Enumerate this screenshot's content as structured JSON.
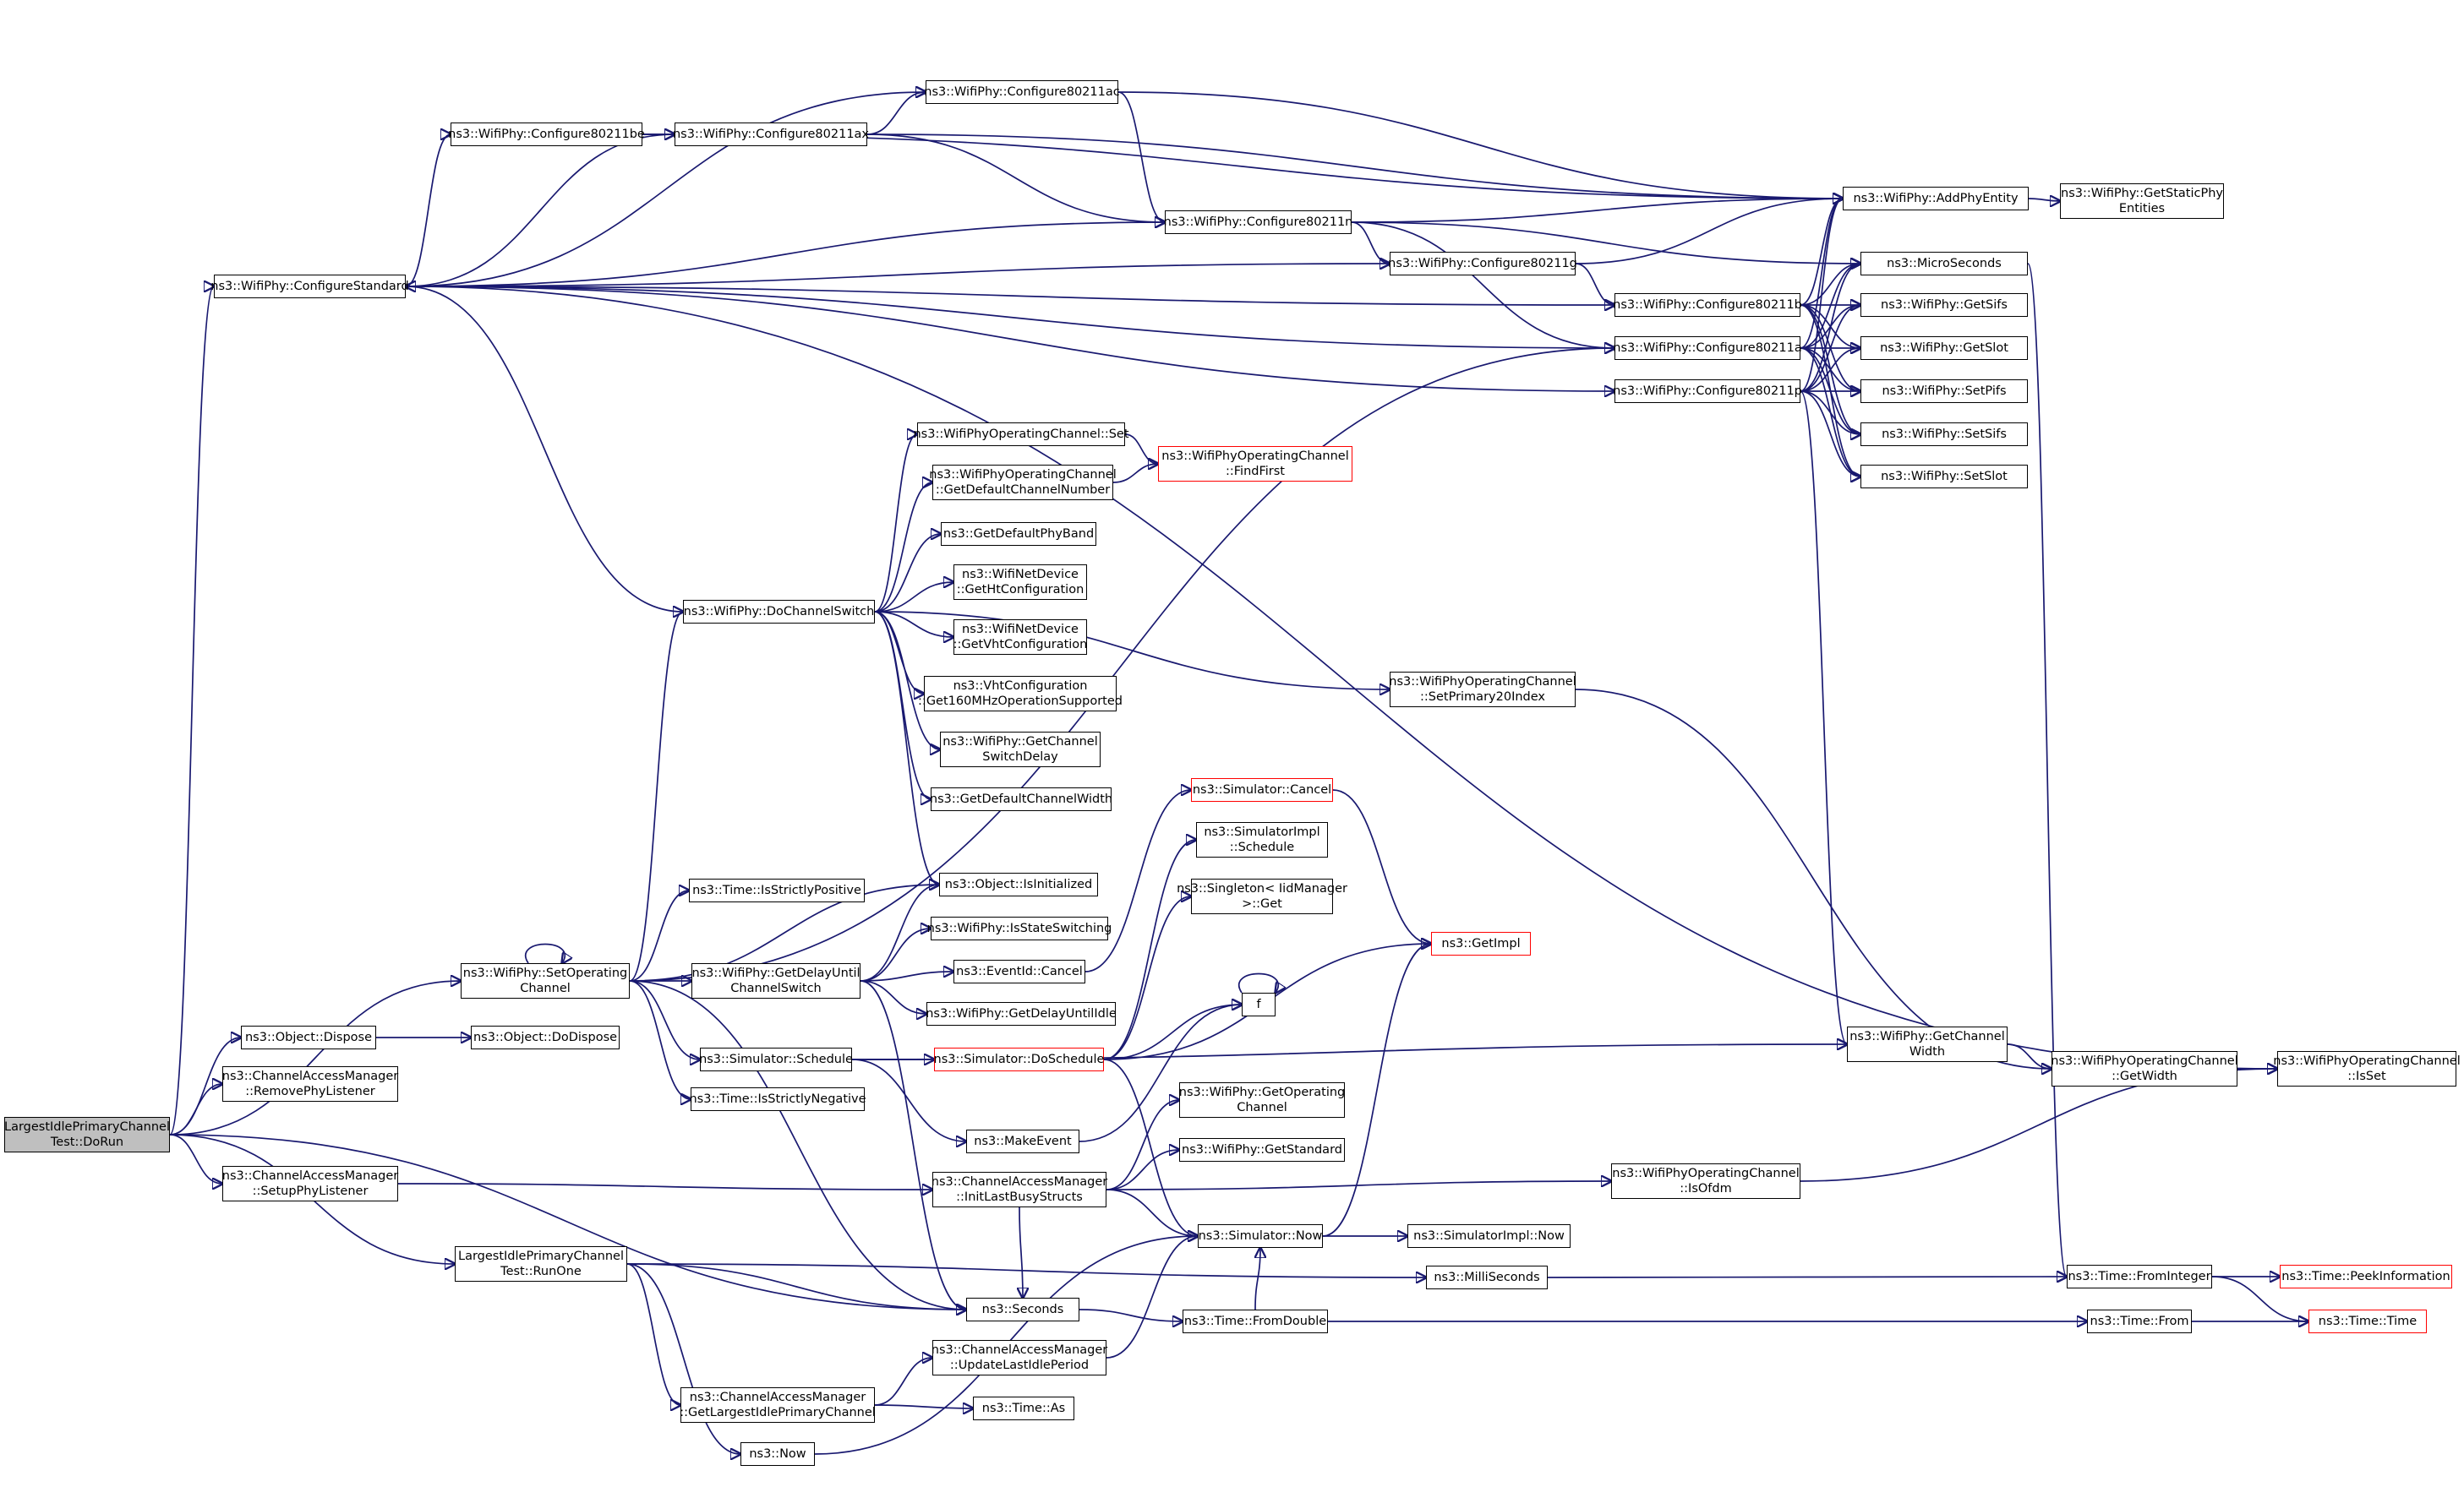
{
  "colors": {
    "edge": "#191970",
    "node_border": "#000000",
    "external_border": "#ff0000",
    "root_fill": "#bfbfbf"
  },
  "nodes": [
    {
      "id": "root",
      "lines": [
        "LargestIdlePrimaryChannel",
        "Test::DoRun"
      ],
      "style": "root"
    },
    {
      "id": "configureStandard",
      "lines": [
        "ns3::WifiPhy::ConfigureStandard"
      ]
    },
    {
      "id": "cfg80211be",
      "lines": [
        "ns3::WifiPhy::Configure80211be"
      ]
    },
    {
      "id": "cfg80211ax",
      "lines": [
        "ns3::WifiPhy::Configure80211ax"
      ]
    },
    {
      "id": "cfg80211ac",
      "lines": [
        "ns3::WifiPhy::Configure80211ac"
      ]
    },
    {
      "id": "cfg80211n",
      "lines": [
        "ns3::WifiPhy::Configure80211n"
      ]
    },
    {
      "id": "cfg80211g",
      "lines": [
        "ns3::WifiPhy::Configure80211g"
      ]
    },
    {
      "id": "cfg80211b",
      "lines": [
        "ns3::WifiPhy::Configure80211b"
      ]
    },
    {
      "id": "cfg80211a",
      "lines": [
        "ns3::WifiPhy::Configure80211a"
      ]
    },
    {
      "id": "cfg80211p",
      "lines": [
        "ns3::WifiPhy::Configure80211p"
      ]
    },
    {
      "id": "addPhyEntity",
      "lines": [
        "ns3::WifiPhy::AddPhyEntity"
      ]
    },
    {
      "id": "getStaticPhyEntities",
      "lines": [
        "ns3::WifiPhy::GetStaticPhy",
        "Entities"
      ]
    },
    {
      "id": "microSeconds",
      "lines": [
        "ns3::MicroSeconds"
      ]
    },
    {
      "id": "getSifs",
      "lines": [
        "ns3::WifiPhy::GetSifs"
      ]
    },
    {
      "id": "getSlot",
      "lines": [
        "ns3::WifiPhy::GetSlot"
      ]
    },
    {
      "id": "setPifs",
      "lines": [
        "ns3::WifiPhy::SetPifs"
      ]
    },
    {
      "id": "setSifs",
      "lines": [
        "ns3::WifiPhy::SetSifs"
      ]
    },
    {
      "id": "setSlot",
      "lines": [
        "ns3::WifiPhy::SetSlot"
      ]
    },
    {
      "id": "opChSet",
      "lines": [
        "ns3::WifiPhyOperatingChannel::Set"
      ]
    },
    {
      "id": "opChGetDefault",
      "lines": [
        "ns3::WifiPhyOperatingChannel",
        "::GetDefaultChannelNumber"
      ]
    },
    {
      "id": "opChFindFirst",
      "lines": [
        "ns3::WifiPhyOperatingChannel",
        "::FindFirst"
      ],
      "style": "red"
    },
    {
      "id": "getDefaultPhyBand",
      "lines": [
        "ns3::GetDefaultPhyBand"
      ]
    },
    {
      "id": "doChannelSwitch",
      "lines": [
        "ns3::WifiPhy::DoChannelSwitch"
      ]
    },
    {
      "id": "getHtConfig",
      "lines": [
        "ns3::WifiNetDevice",
        "::GetHtConfiguration"
      ]
    },
    {
      "id": "getVhtConfig",
      "lines": [
        "ns3::WifiNetDevice",
        "::GetVhtConfiguration"
      ]
    },
    {
      "id": "vht160",
      "lines": [
        "ns3::VhtConfiguration",
        "::Get160MHzOperationSupported"
      ]
    },
    {
      "id": "getChSwitchDelay",
      "lines": [
        "ns3::WifiPhy::GetChannel",
        "SwitchDelay"
      ]
    },
    {
      "id": "getDefaultChWidth",
      "lines": [
        "ns3::GetDefaultChannelWidth"
      ]
    },
    {
      "id": "setPrimary20",
      "lines": [
        "ns3::WifiPhyOperatingChannel",
        "::SetPrimary20Index"
      ]
    },
    {
      "id": "simCancel",
      "lines": [
        "ns3::Simulator::Cancel"
      ],
      "style": "red"
    },
    {
      "id": "simImplSchedule",
      "lines": [
        "ns3::SimulatorImpl",
        "::Schedule"
      ]
    },
    {
      "id": "singletonGet",
      "lines": [
        "ns3::Singleton< IidManager",
        ">::Get"
      ]
    },
    {
      "id": "timeStrictPos",
      "lines": [
        "ns3::Time::IsStrictlyPositive"
      ]
    },
    {
      "id": "objIsInit",
      "lines": [
        "ns3::Object::IsInitialized"
      ]
    },
    {
      "id": "isStateSwitching",
      "lines": [
        "ns3::WifiPhy::IsStateSwitching"
      ]
    },
    {
      "id": "eventCancel",
      "lines": [
        "ns3::EventId::Cancel"
      ]
    },
    {
      "id": "getImpl",
      "lines": [
        "ns3::GetImpl"
      ],
      "style": "red"
    },
    {
      "id": "setOpCh",
      "lines": [
        "ns3::WifiPhy::SetOperating",
        "Channel"
      ]
    },
    {
      "id": "getDelayUntil",
      "lines": [
        "ns3::WifiPhy::GetDelayUntil",
        "ChannelSwitch"
      ]
    },
    {
      "id": "getDelayIdle",
      "lines": [
        "ns3::WifiPhy::GetDelayUntilIdle"
      ]
    },
    {
      "id": "f",
      "lines": [
        "f"
      ]
    },
    {
      "id": "objDispose",
      "lines": [
        "ns3::Object::Dispose"
      ]
    },
    {
      "id": "objDoDispose",
      "lines": [
        "ns3::Object::DoDispose"
      ]
    },
    {
      "id": "simSchedule",
      "lines": [
        "ns3::Simulator::Schedule"
      ]
    },
    {
      "id": "simDoSchedule",
      "lines": [
        "ns3::Simulator::DoSchedule"
      ],
      "style": "red"
    },
    {
      "id": "getChWidth",
      "lines": [
        "ns3::WifiPhy::GetChannel",
        "Width"
      ]
    },
    {
      "id": "opChGetWidth",
      "lines": [
        "ns3::WifiPhyOperatingChannel",
        "::GetWidth"
      ]
    },
    {
      "id": "opChIsSet",
      "lines": [
        "ns3::WifiPhyOperatingChannel",
        "::IsSet"
      ]
    },
    {
      "id": "camRemove",
      "lines": [
        "ns3::ChannelAccessManager",
        "::RemovePhyListener"
      ]
    },
    {
      "id": "timeStrictNeg",
      "lines": [
        "ns3::Time::IsStrictlyNegative"
      ]
    },
    {
      "id": "getOpCh",
      "lines": [
        "ns3::WifiPhy::GetOperating",
        "Channel"
      ]
    },
    {
      "id": "makeEvent",
      "lines": [
        "ns3::MakeEvent"
      ]
    },
    {
      "id": "getStandard",
      "lines": [
        "ns3::WifiPhy::GetStandard"
      ]
    },
    {
      "id": "camSetup",
      "lines": [
        "ns3::ChannelAccessManager",
        "::SetupPhyListener"
      ]
    },
    {
      "id": "camInitLast",
      "lines": [
        "ns3::ChannelAccessManager",
        "::InitLastBusyStructs"
      ]
    },
    {
      "id": "opChIsOfdm",
      "lines": [
        "ns3::WifiPhyOperatingChannel",
        "::IsOfdm"
      ]
    },
    {
      "id": "simNow",
      "lines": [
        "ns3::Simulator::Now"
      ]
    },
    {
      "id": "simImplNow",
      "lines": [
        "ns3::SimulatorImpl::Now"
      ]
    },
    {
      "id": "runOne",
      "lines": [
        "LargestIdlePrimaryChannel",
        "Test::RunOne"
      ]
    },
    {
      "id": "milliSeconds",
      "lines": [
        "ns3::MilliSeconds"
      ]
    },
    {
      "id": "fromInteger",
      "lines": [
        "ns3::Time::FromInteger"
      ]
    },
    {
      "id": "peekInfo",
      "lines": [
        "ns3::Time::PeekInformation"
      ],
      "style": "red"
    },
    {
      "id": "seconds",
      "lines": [
        "ns3::Seconds"
      ]
    },
    {
      "id": "fromDouble",
      "lines": [
        "ns3::Time::FromDouble"
      ]
    },
    {
      "id": "timeFrom",
      "lines": [
        "ns3::Time::From"
      ]
    },
    {
      "id": "timeTime",
      "lines": [
        "ns3::Time::Time"
      ],
      "style": "red"
    },
    {
      "id": "camUpdateLast",
      "lines": [
        "ns3::ChannelAccessManager",
        "::UpdateLastIdlePeriod"
      ]
    },
    {
      "id": "camGetLargest",
      "lines": [
        "ns3::ChannelAccessManager",
        "::GetLargestIdlePrimaryChannel"
      ]
    },
    {
      "id": "timeAs",
      "lines": [
        "ns3::Time::As"
      ]
    },
    {
      "id": "now",
      "lines": [
        "ns3::Now"
      ]
    }
  ],
  "edges": [
    [
      "root",
      "configureStandard"
    ],
    [
      "root",
      "objDispose"
    ],
    [
      "root",
      "camRemove"
    ],
    [
      "root",
      "camSetup"
    ],
    [
      "root",
      "runOne"
    ],
    [
      "root",
      "seconds"
    ],
    [
      "root",
      "setOpCh"
    ],
    [
      "configureStandard",
      "cfg80211be"
    ],
    [
      "configureStandard",
      "cfg80211ax"
    ],
    [
      "configureStandard",
      "cfg80211ac"
    ],
    [
      "configureStandard",
      "cfg80211n"
    ],
    [
      "configureStandard",
      "cfg80211g"
    ],
    [
      "configureStandard",
      "cfg80211b"
    ],
    [
      "configureStandard",
      "cfg80211a"
    ],
    [
      "configureStandard",
      "cfg80211p"
    ],
    [
      "configureStandard",
      "opChIsSet"
    ],
    [
      "cfg80211be",
      "cfg80211ax"
    ],
    [
      "cfg80211be",
      "addPhyEntity"
    ],
    [
      "cfg80211ax",
      "cfg80211ac"
    ],
    [
      "cfg80211ax",
      "cfg80211n"
    ],
    [
      "cfg80211ax",
      "addPhyEntity"
    ],
    [
      "cfg80211ac",
      "cfg80211n"
    ],
    [
      "cfg80211ac",
      "addPhyEntity"
    ],
    [
      "cfg80211n",
      "cfg80211g"
    ],
    [
      "cfg80211n",
      "cfg80211a"
    ],
    [
      "cfg80211n",
      "addPhyEntity"
    ],
    [
      "cfg80211n",
      "microSeconds"
    ],
    [
      "cfg80211g",
      "cfg80211b"
    ],
    [
      "cfg80211g",
      "addPhyEntity"
    ],
    [
      "cfg80211b",
      "addPhyEntity"
    ],
    [
      "cfg80211b",
      "getSifs"
    ],
    [
      "cfg80211b",
      "getSlot"
    ],
    [
      "cfg80211b",
      "setPifs"
    ],
    [
      "cfg80211b",
      "setSifs"
    ],
    [
      "cfg80211b",
      "setSlot"
    ],
    [
      "cfg80211b",
      "microSeconds"
    ],
    [
      "cfg80211a",
      "addPhyEntity"
    ],
    [
      "cfg80211a",
      "getSifs"
    ],
    [
      "cfg80211a",
      "getSlot"
    ],
    [
      "cfg80211a",
      "setPifs"
    ],
    [
      "cfg80211a",
      "setSifs"
    ],
    [
      "cfg80211a",
      "setSlot"
    ],
    [
      "cfg80211a",
      "microSeconds"
    ],
    [
      "cfg80211p",
      "addPhyEntity"
    ],
    [
      "cfg80211p",
      "getSifs"
    ],
    [
      "cfg80211p",
      "getSlot"
    ],
    [
      "cfg80211p",
      "setPifs"
    ],
    [
      "cfg80211p",
      "setSifs"
    ],
    [
      "cfg80211p",
      "setSlot"
    ],
    [
      "cfg80211p",
      "microSeconds"
    ],
    [
      "cfg80211p",
      "getChWidth"
    ],
    [
      "addPhyEntity",
      "getStaticPhyEntities"
    ],
    [
      "microSeconds",
      "fromInteger"
    ],
    [
      "opChSet",
      "opChFindFirst"
    ],
    [
      "opChGetDefault",
      "opChFindFirst"
    ],
    [
      "doChannelSwitch",
      "configureStandard"
    ],
    [
      "doChannelSwitch",
      "opChSet"
    ],
    [
      "doChannelSwitch",
      "opChGetDefault"
    ],
    [
      "doChannelSwitch",
      "getDefaultPhyBand"
    ],
    [
      "doChannelSwitch",
      "getHtConfig"
    ],
    [
      "doChannelSwitch",
      "getVhtConfig"
    ],
    [
      "doChannelSwitch",
      "vht160"
    ],
    [
      "doChannelSwitch",
      "getChSwitchDelay"
    ],
    [
      "doChannelSwitch",
      "getDefaultChWidth"
    ],
    [
      "doChannelSwitch",
      "objIsInit"
    ],
    [
      "doChannelSwitch",
      "setPrimary20"
    ],
    [
      "setPrimary20",
      "opChGetWidth"
    ],
    [
      "simCancel",
      "getImpl"
    ],
    [
      "setOpCh",
      "setOpCh"
    ],
    [
      "setOpCh",
      "doChannelSwitch"
    ],
    [
      "setOpCh",
      "timeStrictPos"
    ],
    [
      "setOpCh",
      "objIsInit"
    ],
    [
      "setOpCh",
      "getDelayUntil"
    ],
    [
      "setOpCh",
      "simSchedule"
    ],
    [
      "setOpCh",
      "timeStrictNeg"
    ],
    [
      "setOpCh",
      "seconds"
    ],
    [
      "setOpCh",
      "cfg80211a"
    ],
    [
      "getDelayUntil",
      "objIsInit"
    ],
    [
      "getDelayUntil",
      "isStateSwitching"
    ],
    [
      "getDelayUntil",
      "eventCancel"
    ],
    [
      "getDelayUntil",
      "getDelayIdle"
    ],
    [
      "getDelayUntil",
      "seconds"
    ],
    [
      "eventCancel",
      "simCancel"
    ],
    [
      "objDispose",
      "objDoDispose"
    ],
    [
      "simSchedule",
      "simDoSchedule"
    ],
    [
      "simSchedule",
      "makeEvent"
    ],
    [
      "simSchedule",
      "getChWidth"
    ],
    [
      "simDoSchedule",
      "simImplSchedule"
    ],
    [
      "simDoSchedule",
      "singletonGet"
    ],
    [
      "simDoSchedule",
      "getImpl"
    ],
    [
      "simDoSchedule",
      "simNow"
    ],
    [
      "simDoSchedule",
      "f"
    ],
    [
      "f",
      "f"
    ],
    [
      "makeEvent",
      "f"
    ],
    [
      "getChWidth",
      "opChGetWidth"
    ],
    [
      "opChGetWidth",
      "opChIsSet"
    ],
    [
      "camSetup",
      "camInitLast"
    ],
    [
      "camInitLast",
      "getOpCh"
    ],
    [
      "camInitLast",
      "getStandard"
    ],
    [
      "camInitLast",
      "opChIsOfdm"
    ],
    [
      "camInitLast",
      "simNow"
    ],
    [
      "camInitLast",
      "seconds"
    ],
    [
      "opChIsOfdm",
      "opChIsSet"
    ],
    [
      "simNow",
      "simImplNow"
    ],
    [
      "simNow",
      "getImpl"
    ],
    [
      "runOne",
      "milliSeconds"
    ],
    [
      "runOne",
      "seconds"
    ],
    [
      "runOne",
      "camGetLargest"
    ],
    [
      "runOne",
      "now"
    ],
    [
      "milliSeconds",
      "fromInteger"
    ],
    [
      "fromInteger",
      "peekInfo"
    ],
    [
      "fromInteger",
      "timeTime"
    ],
    [
      "seconds",
      "fromDouble"
    ],
    [
      "fromDouble",
      "timeFrom"
    ],
    [
      "fromDouble",
      "simNow"
    ],
    [
      "timeFrom",
      "timeTime"
    ],
    [
      "camUpdateLast",
      "simNow"
    ],
    [
      "camGetLargest",
      "camUpdateLast"
    ],
    [
      "camGetLargest",
      "timeAs"
    ],
    [
      "now",
      "simNow"
    ]
  ]
}
